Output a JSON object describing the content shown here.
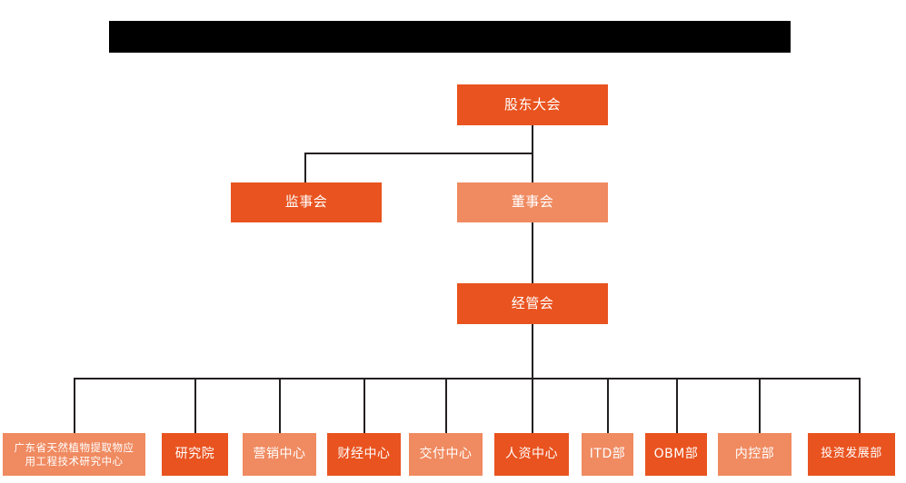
{
  "page": {
    "title": "组织架构图",
    "background_color": "#ffffff"
  },
  "colors": {
    "deep_orange": "#E9531F",
    "light_orange": "#F08A60",
    "connector": "#231f20",
    "redaction": "#000000",
    "text": "#ffffff"
  },
  "redaction_bar": {
    "label": "",
    "color": "#000000"
  },
  "chart_data": {
    "type": "diagram",
    "diagram_kind": "organization-chart",
    "title": "",
    "levels": [
      {
        "level": 1,
        "nodes": [
          {
            "id": "shareholders",
            "label": "股东大会",
            "tone": "deep"
          }
        ]
      },
      {
        "level": 2,
        "nodes": [
          {
            "id": "supervisors",
            "label": "监事会",
            "tone": "deep"
          },
          {
            "id": "directors",
            "label": "董事会",
            "tone": "light"
          }
        ]
      },
      {
        "level": 3,
        "nodes": [
          {
            "id": "management",
            "label": "经管会",
            "tone": "deep"
          }
        ]
      },
      {
        "level": 4,
        "nodes": [
          {
            "id": "gd-research-center",
            "label": "广东省天然植物提取物应\n用工程技术研究中心",
            "tone": "light"
          },
          {
            "id": "research-institute",
            "label": "研究院",
            "tone": "deep"
          },
          {
            "id": "marketing-center",
            "label": "营销中心",
            "tone": "light"
          },
          {
            "id": "finance-center",
            "label": "财经中心",
            "tone": "deep"
          },
          {
            "id": "delivery-center",
            "label": "交付中心",
            "tone": "light"
          },
          {
            "id": "hr-center",
            "label": "人资中心",
            "tone": "deep"
          },
          {
            "id": "itd-dept",
            "label": "ITD部",
            "tone": "light"
          },
          {
            "id": "obm-dept",
            "label": "OBM部",
            "tone": "deep"
          },
          {
            "id": "internal-control-dept",
            "label": "内控部",
            "tone": "light"
          },
          {
            "id": "investment-dev-dept",
            "label": "投资发展部",
            "tone": "deep"
          }
        ]
      }
    ],
    "edges": [
      {
        "from": "shareholders",
        "to": "supervisors"
      },
      {
        "from": "shareholders",
        "to": "directors"
      },
      {
        "from": "directors",
        "to": "management"
      },
      {
        "from": "management",
        "to": "gd-research-center"
      },
      {
        "from": "management",
        "to": "research-institute"
      },
      {
        "from": "management",
        "to": "marketing-center"
      },
      {
        "from": "management",
        "to": "finance-center"
      },
      {
        "from": "management",
        "to": "delivery-center"
      },
      {
        "from": "management",
        "to": "hr-center"
      },
      {
        "from": "management",
        "to": "itd-dept"
      },
      {
        "from": "management",
        "to": "obm-dept"
      },
      {
        "from": "management",
        "to": "internal-control-dept"
      },
      {
        "from": "management",
        "to": "investment-dev-dept"
      }
    ]
  }
}
